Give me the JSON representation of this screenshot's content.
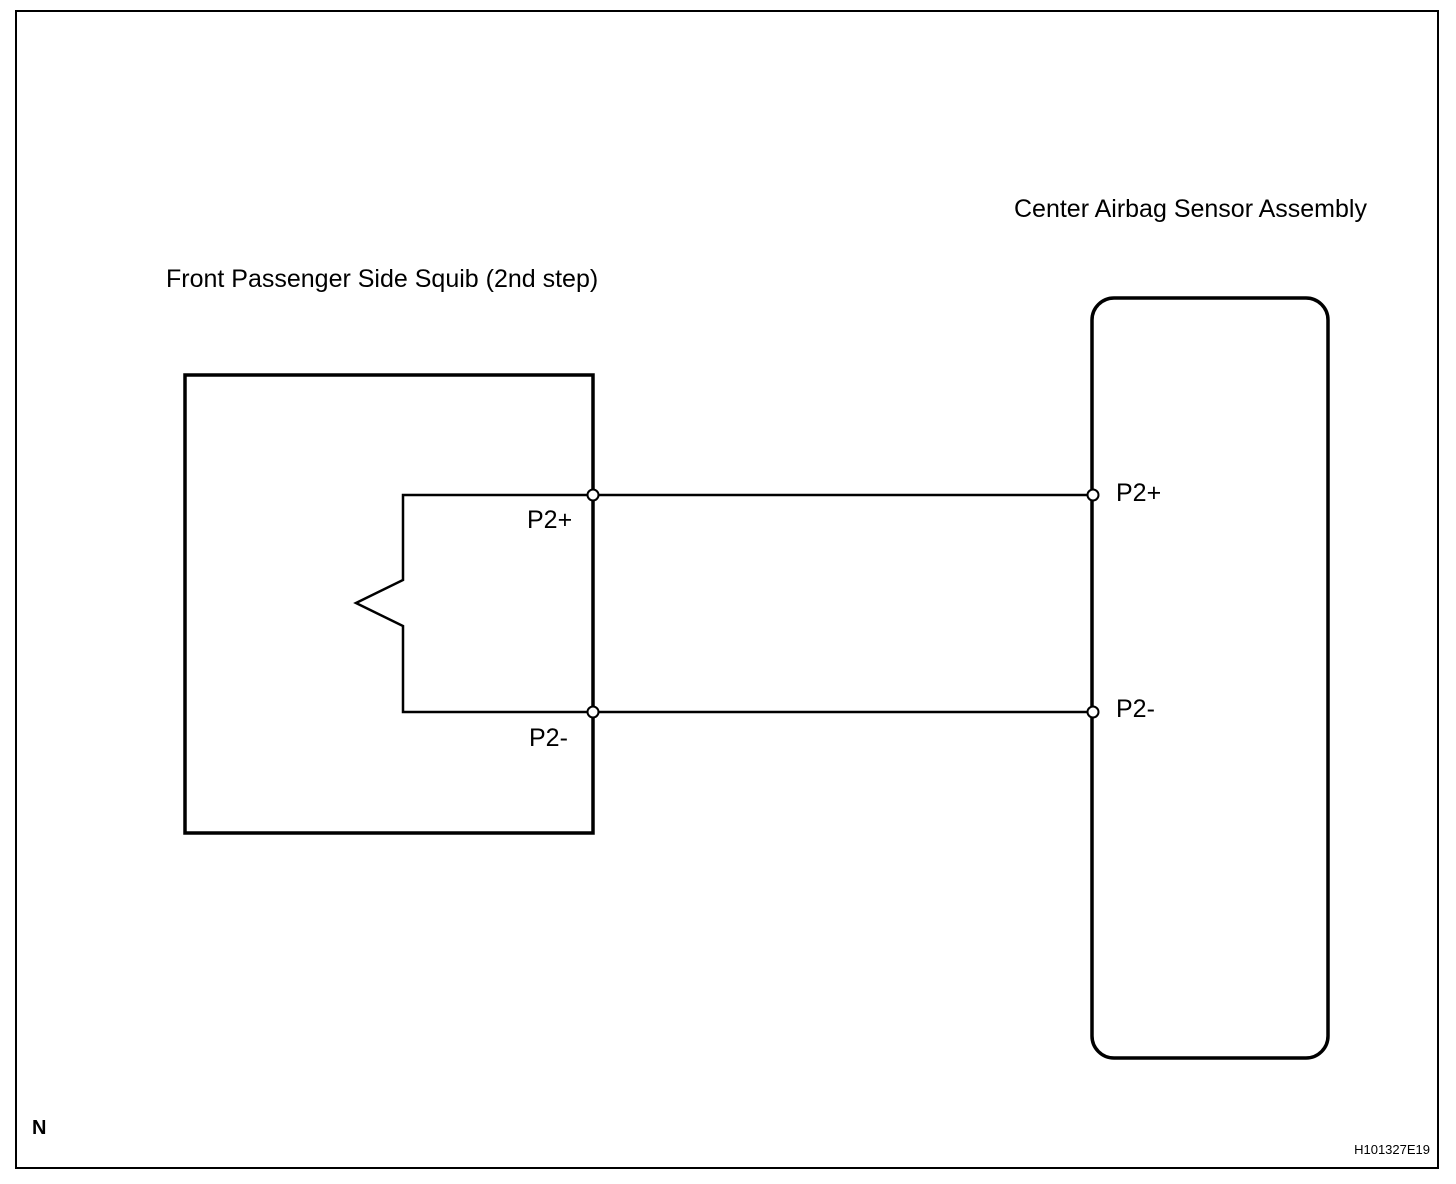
{
  "components": {
    "squib": {
      "title": "Front Passenger Side Squib (2nd step)",
      "terminal_positive": "P2+",
      "terminal_negative": "P2-"
    },
    "sensor": {
      "title": "Center Airbag Sensor Assembly",
      "terminal_positive": "P2+",
      "terminal_negative": "P2-"
    }
  },
  "footer": {
    "corner_mark": "N",
    "figure_code": "H101327E19"
  }
}
